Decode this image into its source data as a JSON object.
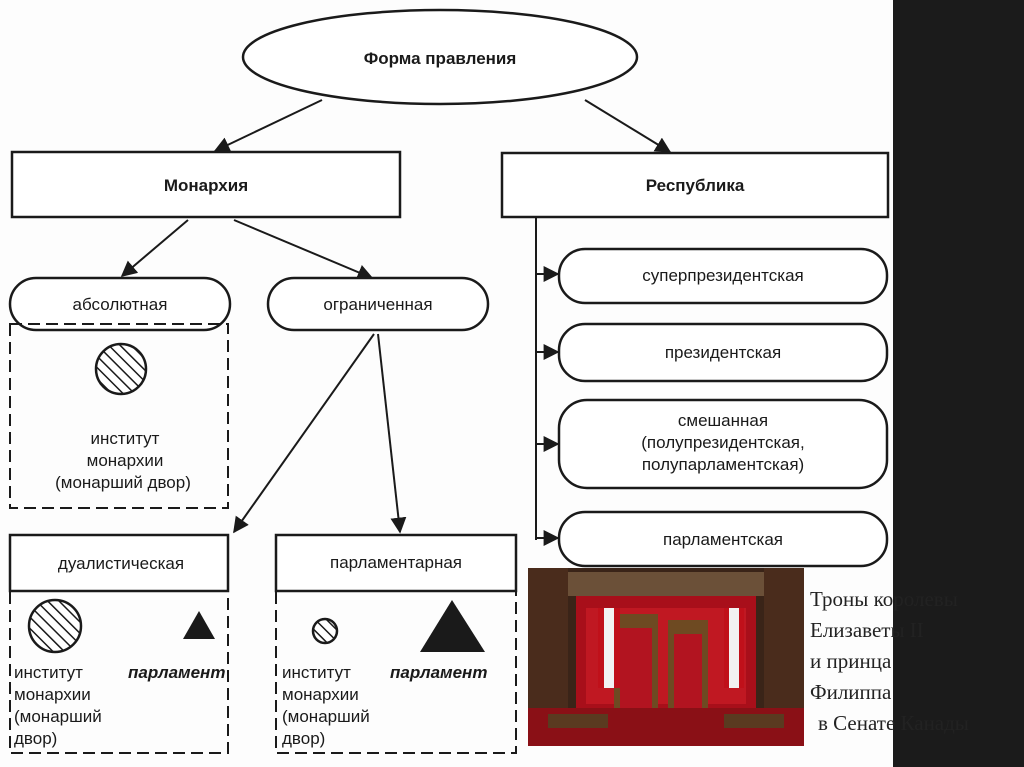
{
  "diagram": {
    "root": "Форма правления",
    "monarchy": "Монархия",
    "republic": "Республика",
    "absolute": "абсолютная",
    "limited": "ограниченная",
    "absolute_institute": [
      "институт",
      "монархии",
      "(монарший двор)"
    ],
    "dualistic": "дуалистическая",
    "parliamentary_monarchy": "парламентарная",
    "inst_label": [
      "институт",
      "монархии",
      "(монарший",
      "двор)"
    ],
    "parliament_label": "парламент",
    "republic_types": {
      "superpresidential": "суперпрезидентская",
      "presidential": "президентская",
      "mixed": [
        "смешанная",
        "(полупрезидентская,",
        "полупарламентская)"
      ],
      "parliamentary": "парламентская"
    }
  },
  "caption": [
    "Троны королевы",
    "Елизаветы II",
    "и принца",
    "Филиппа",
    "в Сенате Канады"
  ],
  "colors": {
    "ink": "#1a1a1a",
    "background": "#fdfdfd",
    "side_panel": "#1b1b1b",
    "senate_red": "#a80f1a"
  }
}
